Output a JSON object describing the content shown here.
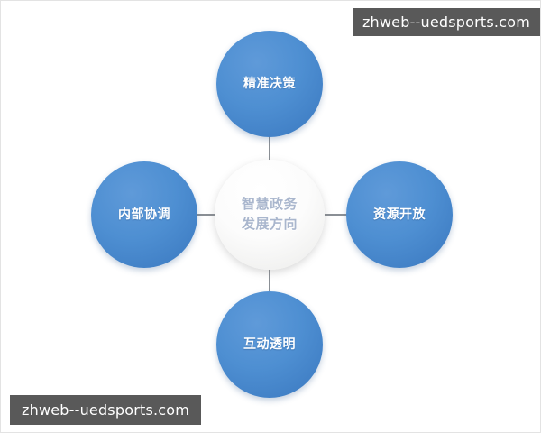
{
  "diagram": {
    "type": "hub-and-spoke",
    "center": {
      "label": "智慧政务\n发展方向",
      "text_color": "#a9b6cd",
      "fill_color": "#fafafa"
    },
    "nodes": [
      {
        "id": "top",
        "label": "精准决策",
        "position": "top",
        "fill_color": "#4e8fd2",
        "text_color": "#ffffff"
      },
      {
        "id": "right",
        "label": "资源开放",
        "position": "right",
        "fill_color": "#4e8fd2",
        "text_color": "#ffffff"
      },
      {
        "id": "bottom",
        "label": "互动透明",
        "position": "bottom",
        "fill_color": "#4e8fd2",
        "text_color": "#ffffff"
      },
      {
        "id": "left",
        "label": "内部协调",
        "position": "left",
        "fill_color": "#4e8fd2",
        "text_color": "#ffffff"
      }
    ],
    "connector_color": "#8a8f95",
    "background_color": "#ffffff"
  },
  "watermarks": {
    "top_right": "zhweb--uedsports.com",
    "bottom_left": "zhweb--uedsports.com",
    "bar_color": "#595959",
    "text_color": "#ffffff"
  }
}
